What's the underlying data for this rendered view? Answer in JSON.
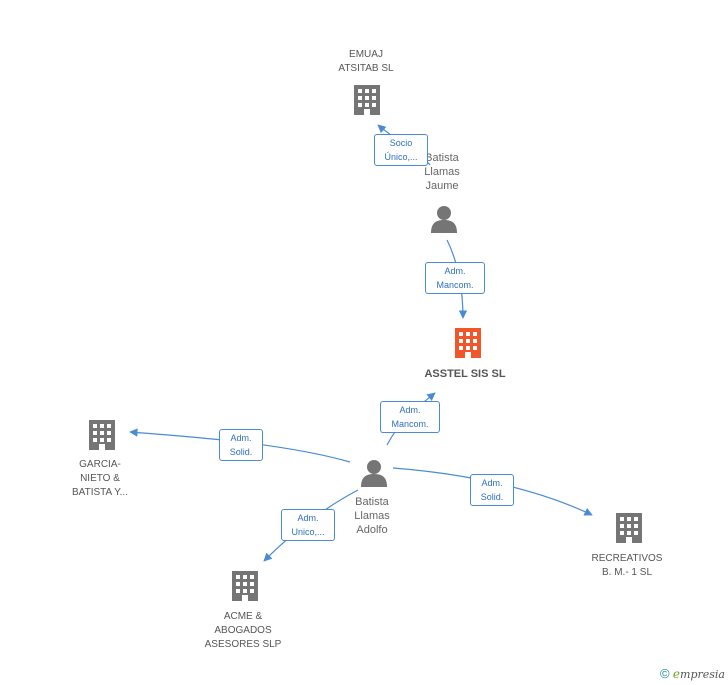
{
  "colors": {
    "company": "#757575",
    "focus_company": "#f0562a",
    "person": "#757575",
    "edge": "#4a8ad8",
    "edge_text": "#2f6fc0"
  },
  "nodes": {
    "emuaj": {
      "label1": "EMUAJ",
      "label2": "ATSITAB SL",
      "icon": "building-icon"
    },
    "jaume": {
      "label1": "Batista",
      "label2": "Llamas",
      "label3": "Jaume",
      "icon": "person-icon"
    },
    "asstel": {
      "label1": "ASSTEL SIS SL",
      "icon": "building-icon"
    },
    "garcia": {
      "label1": "GARCIA-",
      "label2": "NIETO &",
      "label3": "BATISTA Y...",
      "icon": "building-icon"
    },
    "adolfo": {
      "label1": "Batista",
      "label2": "Llamas",
      "label3": "Adolfo",
      "icon": "person-icon"
    },
    "recreativos": {
      "label1": "RECREATIVOS",
      "label2": "B. M.- 1 SL",
      "icon": "building-icon"
    },
    "acme": {
      "label1": "ACME &",
      "label2": "ABOGADOS",
      "label3": "ASESORES  SLP",
      "icon": "building-icon"
    }
  },
  "edges": {
    "jaume_emuaj": {
      "line1": "Socio",
      "line2": "Único,..."
    },
    "jaume_asstel": {
      "line1": "Adm.",
      "line2": "Mancom."
    },
    "adolfo_asstel": {
      "line1": "Adm.",
      "line2": "Mancom."
    },
    "adolfo_garcia": {
      "line1": "Adm.",
      "line2": "Solid."
    },
    "adolfo_recreativos": {
      "line1": "Adm.",
      "line2": "Solid."
    },
    "adolfo_acme": {
      "line1": "Adm.",
      "line2": "Unico,..."
    }
  },
  "footer": {
    "copyright": "©",
    "brand_first": "e",
    "brand_rest": "mpresia"
  }
}
